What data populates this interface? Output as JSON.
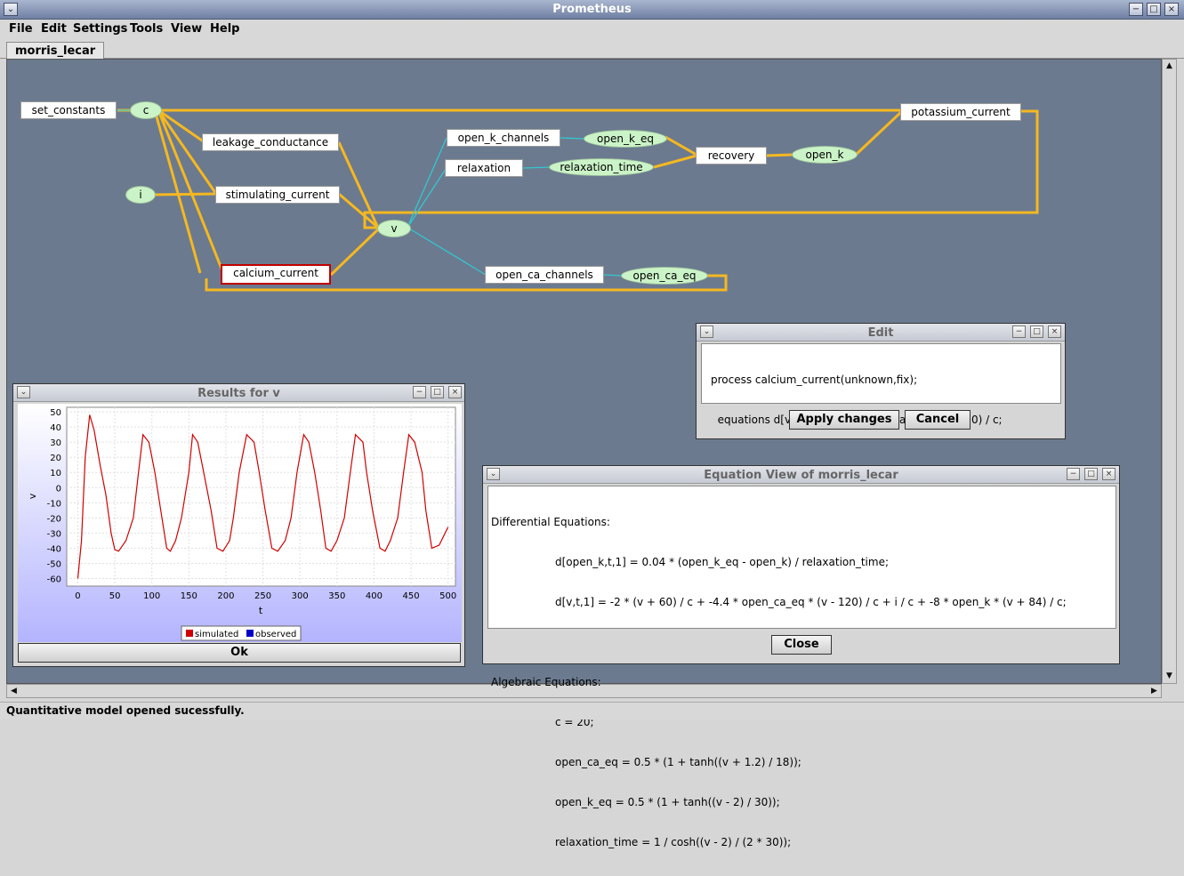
{
  "window": {
    "title": "Prometheus"
  },
  "menu": [
    "File",
    "Edit",
    "Settings",
    "Tools",
    "View",
    "Help"
  ],
  "tab": "morris_lecar",
  "graph": {
    "nodes": {
      "set_constants": "set_constants",
      "c": "c",
      "leakage_conductance": "leakage_conductance",
      "i": "i",
      "stimulating_current": "stimulating_current",
      "calcium_current": "calcium_current",
      "v": "v",
      "open_k_channels": "open_k_channels",
      "open_k_eq": "open_k_eq",
      "relaxation": "relaxation",
      "relaxation_time": "relaxation_time",
      "recovery": "recovery",
      "open_k": "open_k",
      "potassium_current": "potassium_current",
      "open_ca_channels": "open_ca_channels",
      "open_ca_eq": "open_ca_eq"
    },
    "colors": {
      "process_link": "#f5b820",
      "var_link": "#32c8d2",
      "variable_fill": "#cbf3c8",
      "selected_border": "#c00000"
    }
  },
  "edit_dialog": {
    "title": "Edit",
    "line1": "process calcium_current(unknown,fix);",
    "line2": "  equations d[v,t,1] = -4.4 * open_ca_eq * (v - 120) / c;",
    "apply_label": "Apply changes",
    "cancel_label": "Cancel"
  },
  "results": {
    "title": "Results for v",
    "ok_label": "Ok",
    "legend": [
      "simulated",
      "observed"
    ]
  },
  "chart_data": {
    "type": "line",
    "xlabel": "t",
    "ylabel": "v",
    "xlim": [
      -15,
      510
    ],
    "ylim": [
      -65,
      53
    ],
    "xticks": [
      0,
      50,
      100,
      150,
      200,
      250,
      300,
      350,
      400,
      450,
      500
    ],
    "yticks": [
      50,
      40,
      30,
      20,
      10,
      0,
      -10,
      -20,
      -30,
      -40,
      -50,
      -60
    ],
    "series": [
      {
        "name": "simulated",
        "color": "#d00000",
        "x": [
          0,
          5,
          10,
          16,
          22,
          30,
          38,
          45,
          50,
          55,
          65,
          75,
          82,
          88,
          96,
          104,
          112,
          120,
          125,
          132,
          140,
          150,
          155,
          162,
          170,
          180,
          188,
          196,
          205,
          210,
          218,
          228,
          238,
          245,
          253,
          262,
          270,
          280,
          288,
          296,
          305,
          312,
          320,
          328,
          335,
          342,
          350,
          360,
          368,
          375,
          385,
          390,
          398,
          408,
          415,
          422,
          432,
          440,
          447,
          455,
          465,
          470,
          478,
          488,
          500
        ],
        "y": [
          -60,
          -35,
          20,
          48,
          38,
          15,
          -5,
          -30,
          -41,
          -42,
          -35,
          -20,
          10,
          35,
          30,
          10,
          -15,
          -40,
          -42,
          -35,
          -20,
          10,
          35,
          30,
          10,
          -15,
          -40,
          -42,
          -35,
          -20,
          10,
          35,
          30,
          10,
          -15,
          -40,
          -42,
          -35,
          -20,
          10,
          35,
          30,
          10,
          -15,
          -40,
          -42,
          -35,
          -20,
          10,
          35,
          30,
          10,
          -15,
          -40,
          -42,
          -35,
          -20,
          10,
          35,
          30,
          10,
          -15,
          -40,
          -38,
          -26
        ]
      },
      {
        "name": "observed",
        "color": "#0000c8",
        "x": [],
        "y": []
      }
    ]
  },
  "equation_view": {
    "title": "Equation View of morris_lecar",
    "diff_header": "Differential Equations:",
    "diff1": "d[open_k,t,1] = 0.04 * (open_k_eq - open_k) / relaxation_time;",
    "diff2": "d[v,t,1] = -2 * (v + 60) / c + -4.4 * open_ca_eq * (v - 120) / c + i / c + -8 * open_k * (v + 84) / c;",
    "alg_header": "Algebraic Equations:",
    "alg1": "c = 20;",
    "alg2": "open_ca_eq = 0.5 * (1 + tanh((v + 1.2) / 18));",
    "alg3": "open_k_eq = 0.5 * (1 + tanh((v - 2) / 30));",
    "alg4": "relaxation_time = 1 / cosh((v - 2) / (2 * 30));",
    "close_label": "Close"
  },
  "status": "Quantitative model opened sucessfully."
}
